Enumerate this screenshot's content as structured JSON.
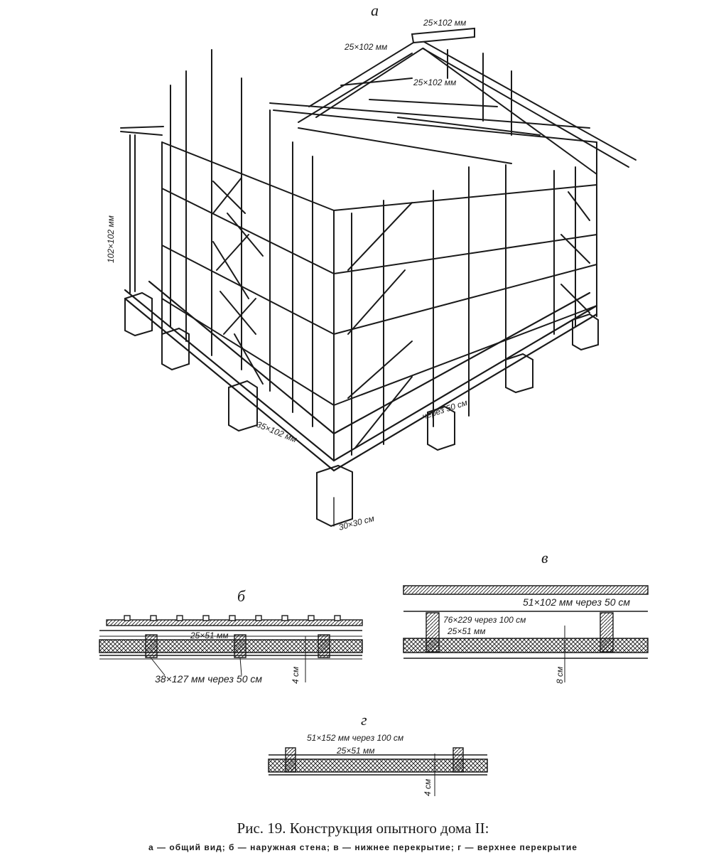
{
  "panels": {
    "a": {
      "letter": "а",
      "labels": {
        "ridge_board": "25×102 мм",
        "rafter": "25×102 мм",
        "collar": "25×102 мм",
        "corner_post": "102×102 мм",
        "sill": "35×102 мм",
        "floor_joists": "через 50 см",
        "pier": "30×30 см"
      }
    },
    "b": {
      "letter": "б",
      "labels": {
        "batten": "25×51 мм",
        "studs": "38×127 мм через 50 см",
        "thickness": "4 см"
      }
    },
    "v": {
      "letter": "в",
      "labels": {
        "board": "51×102 мм через 50 см",
        "joist": "76×229 через 100 см",
        "ledger": "25×51 мм",
        "thickness": "8 см"
      }
    },
    "g": {
      "letter": "г",
      "labels": {
        "joist": "51×152 мм через 100 см",
        "ledger": "25×51 мм",
        "thickness": "4 см"
      }
    }
  },
  "caption": {
    "title": "Рис. 19. Конструкция опытного дома II:",
    "subtitle": "а — общий вид; б — наружная стена; в — нижнее перекрытие; г — верхнее перекрытие"
  },
  "colors": {
    "ink": "#1a1a1a",
    "paper": "#ffffff"
  }
}
